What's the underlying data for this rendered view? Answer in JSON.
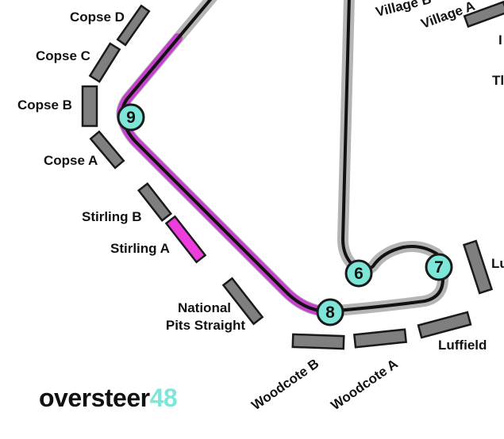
{
  "colors": {
    "track": "#111111",
    "track_outline": "#b5b5b5",
    "highlight": "#c63ccf",
    "stand_fill": "#7f7f7f",
    "stand_selected": "#ee3ddf",
    "turn_marker": "#7ee6d9",
    "logo_accent": "#7ee6d9"
  },
  "stands": [
    {
      "id": "copse-d",
      "label": "Copse D",
      "selected": false
    },
    {
      "id": "copse-c",
      "label": "Copse C",
      "selected": false
    },
    {
      "id": "copse-b",
      "label": "Copse B",
      "selected": false
    },
    {
      "id": "copse-a",
      "label": "Copse A",
      "selected": false
    },
    {
      "id": "stirling-b",
      "label": "Stirling B",
      "selected": false
    },
    {
      "id": "stirling-a",
      "label": "Stirling A",
      "selected": true
    },
    {
      "id": "national-pits-straight",
      "label_lines": [
        "National",
        "Pits Straight"
      ],
      "selected": false
    },
    {
      "id": "woodcote-b",
      "label": "Woodcote B",
      "selected": false
    },
    {
      "id": "woodcote-a",
      "label": "Woodcote A",
      "selected": false
    },
    {
      "id": "luffield",
      "label": "Luffield",
      "selected": false
    },
    {
      "id": "luffield-partial",
      "label": "Lu",
      "selected": false
    },
    {
      "id": "village-b",
      "label": "Village B",
      "selected": false
    },
    {
      "id": "village-a",
      "label": "Village A",
      "selected": false
    },
    {
      "id": "edge-partial-1",
      "label": "I",
      "selected": false
    },
    {
      "id": "edge-partial-2",
      "label": "Tl",
      "selected": false
    }
  ],
  "turns": [
    "6",
    "7",
    "8",
    "9"
  ],
  "logo": {
    "main": "oversteer",
    "accent": "48"
  }
}
